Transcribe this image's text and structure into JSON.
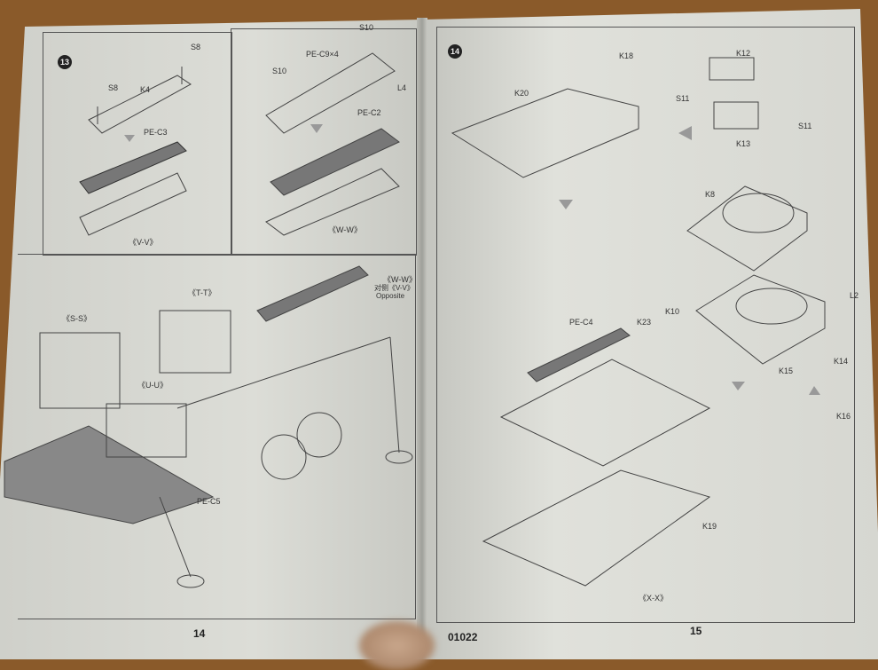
{
  "left_page": {
    "step": "13",
    "page_number": "14",
    "labels": {
      "s8_a": "S8",
      "s8_b": "S8",
      "k4": "K4",
      "pe_c3": "PE-C3",
      "vv": "《V-V》",
      "s10_a": "S10",
      "s10_b": "S10",
      "pe_c9": "PE-C9×4",
      "l4": "L4",
      "pe_c2": "PE-C2",
      "ww": "《W-W》",
      "ww_main": "《W-W》",
      "ww_opposite_cn": "对侧《V-V》",
      "opposite": "Opposite",
      "tt": "《T-T》",
      "ss": "《S-S》",
      "uu": "《U-U》",
      "pe_c5": "PE-C5"
    }
  },
  "right_page": {
    "step": "14",
    "page_number": "15",
    "catalog_number": "01022",
    "labels": {
      "k18": "K18",
      "k12": "K12",
      "k20": "K20",
      "s11_a": "S11",
      "s11_b": "S11",
      "k13": "K13",
      "k8": "K8",
      "l2": "L2",
      "k10": "K10",
      "k14": "K14",
      "pe_c4": "PE-C4",
      "k23": "K23",
      "k15": "K15",
      "k16": "K16",
      "k19": "K19",
      "xx": "《X-X》"
    }
  }
}
